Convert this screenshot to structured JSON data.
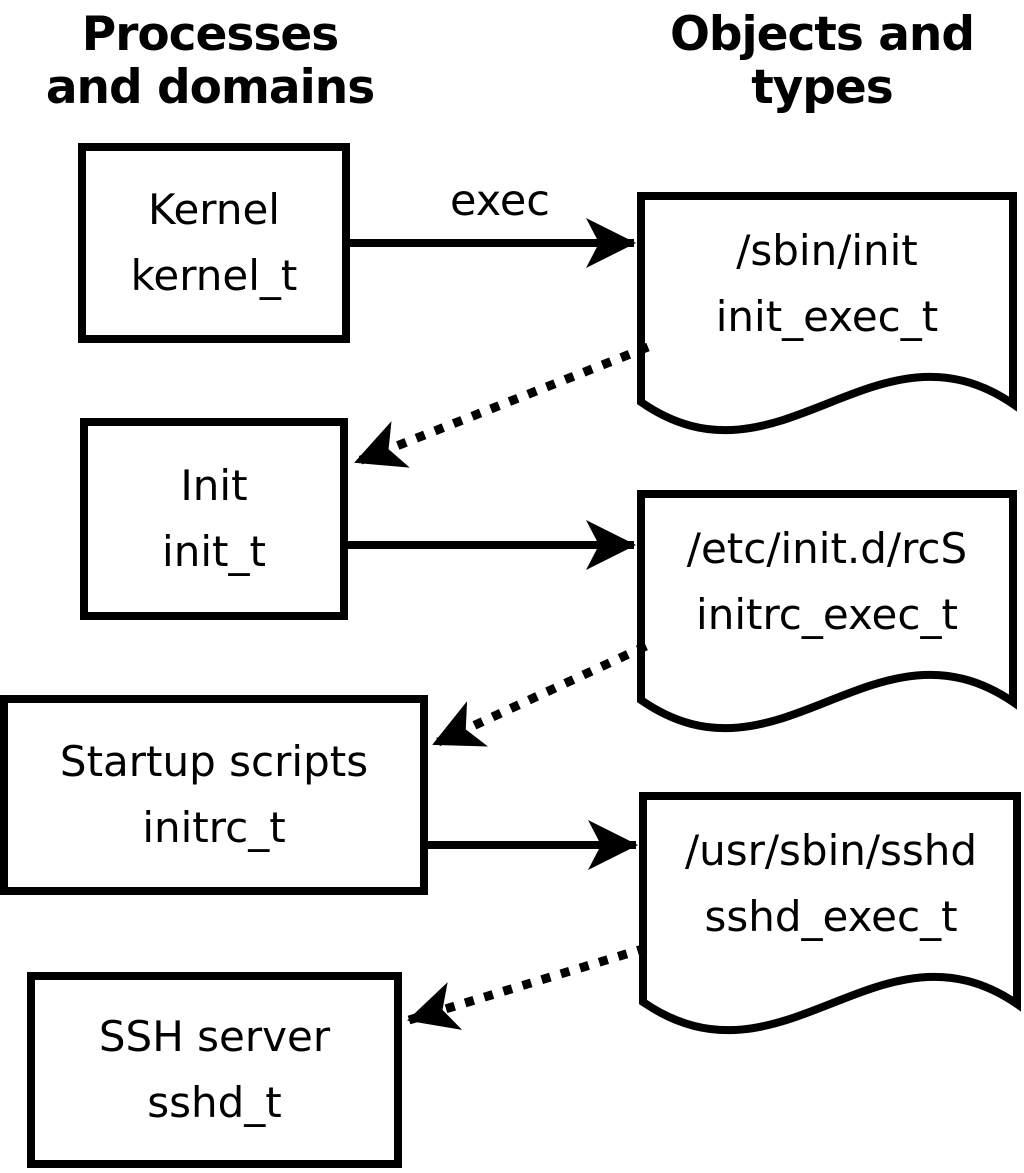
{
  "column_headers": {
    "left": {
      "line1": "Processes",
      "line2": "and domains"
    },
    "right": {
      "line1": "Objects and",
      "line2": "types"
    }
  },
  "processes": [
    {
      "name": "Kernel",
      "domain": "kernel_t"
    },
    {
      "name": "Init",
      "domain": "init_t"
    },
    {
      "name": "Startup scripts",
      "domain": "initrc_t"
    },
    {
      "name": "SSH server",
      "domain": "sshd_t"
    }
  ],
  "objects": [
    {
      "path": "/sbin/init",
      "type": "init_exec_t"
    },
    {
      "path": "/etc/init.d/rcS",
      "type": "initrc_exec_t"
    },
    {
      "path": "/usr/sbin/sshd",
      "type": "sshd_exec_t"
    }
  ],
  "labels": {
    "exec": "exec"
  },
  "colors": {
    "ink": "#000000",
    "paper": "#ffffff"
  }
}
